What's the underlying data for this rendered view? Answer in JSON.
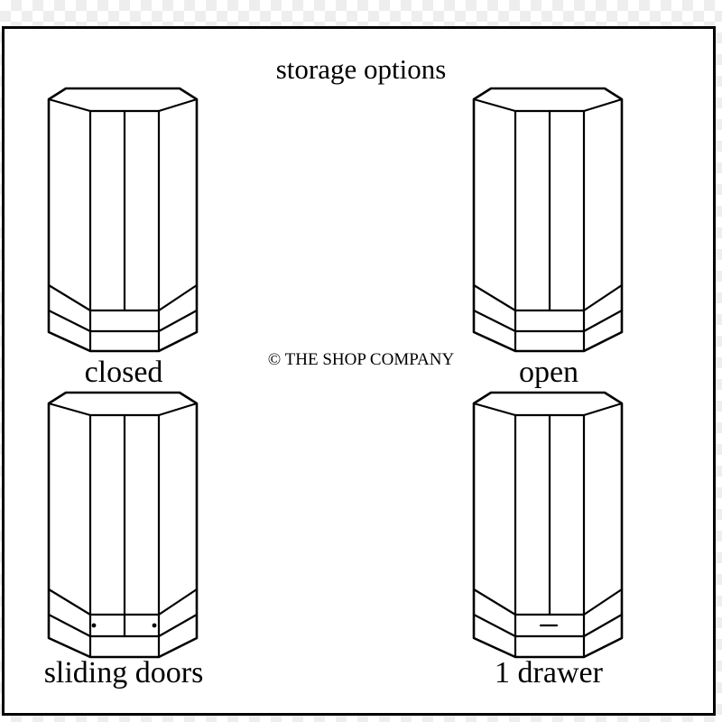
{
  "title": "storage options",
  "copyright": "© THE SHOP COMPANY",
  "options": [
    {
      "label": "closed"
    },
    {
      "label": "open"
    },
    {
      "label": "sliding doors"
    },
    {
      "label": "1 drawer"
    }
  ]
}
